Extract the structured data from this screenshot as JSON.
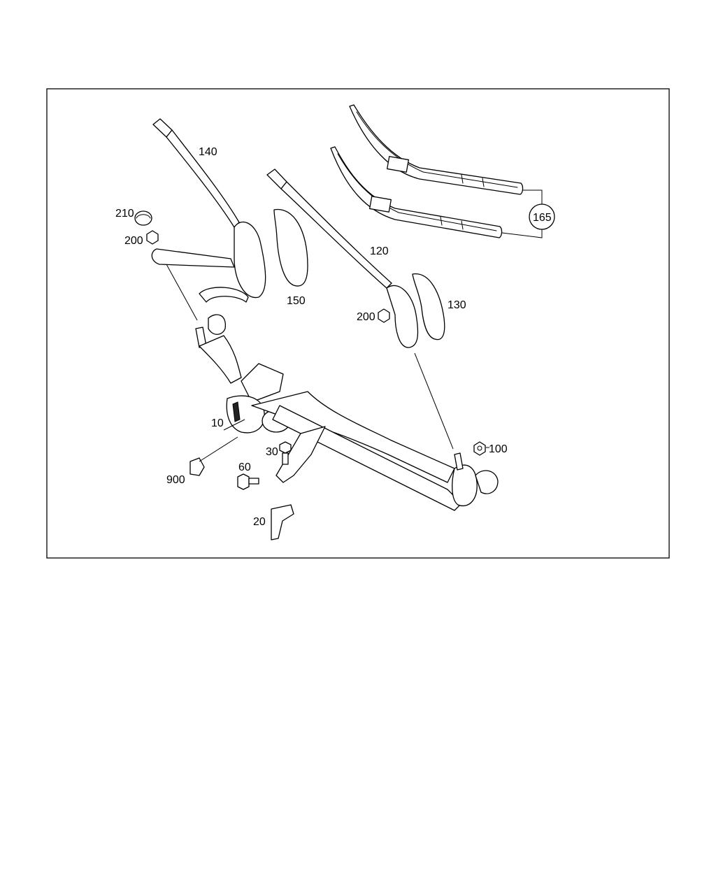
{
  "labels": {
    "p140": "140",
    "p210": "210",
    "p200a": "200",
    "p150": "150",
    "p120": "120",
    "p200b": "200",
    "p130": "130",
    "p165": "165",
    "p10": "10",
    "p30": "30",
    "p100": "100",
    "p60": "60",
    "p900": "900",
    "p20": "20"
  }
}
